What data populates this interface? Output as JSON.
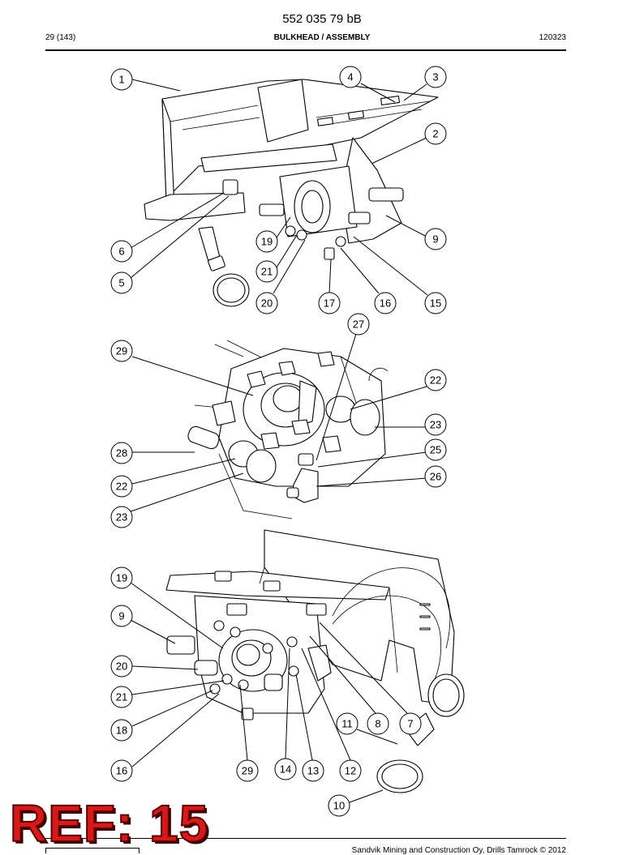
{
  "header": {
    "doc_number": "552 035 79 bB",
    "page_index": "29 (143)",
    "section_title": "BULKHEAD / ASSEMBLY",
    "date_code": "120323"
  },
  "footer": {
    "copyright": "Sandvik Mining and Construction Oy, Drills Tamrock © 2012"
  },
  "stamp": {
    "text": "REF: 15",
    "color": "#d61a1a"
  },
  "views": [
    {
      "name": "top",
      "callouts": [
        "1",
        "4",
        "3",
        "2",
        "9",
        "6",
        "19",
        "5",
        "21",
        "20",
        "17",
        "16",
        "15"
      ]
    },
    {
      "name": "middle",
      "callouts": [
        "27",
        "29",
        "22",
        "23",
        "28",
        "25",
        "22",
        "26",
        "23"
      ]
    },
    {
      "name": "bottom",
      "callouts": [
        "19",
        "9",
        "20",
        "21",
        "18",
        "11",
        "8",
        "7",
        "16",
        "29",
        "14",
        "13",
        "12",
        "10"
      ]
    }
  ]
}
